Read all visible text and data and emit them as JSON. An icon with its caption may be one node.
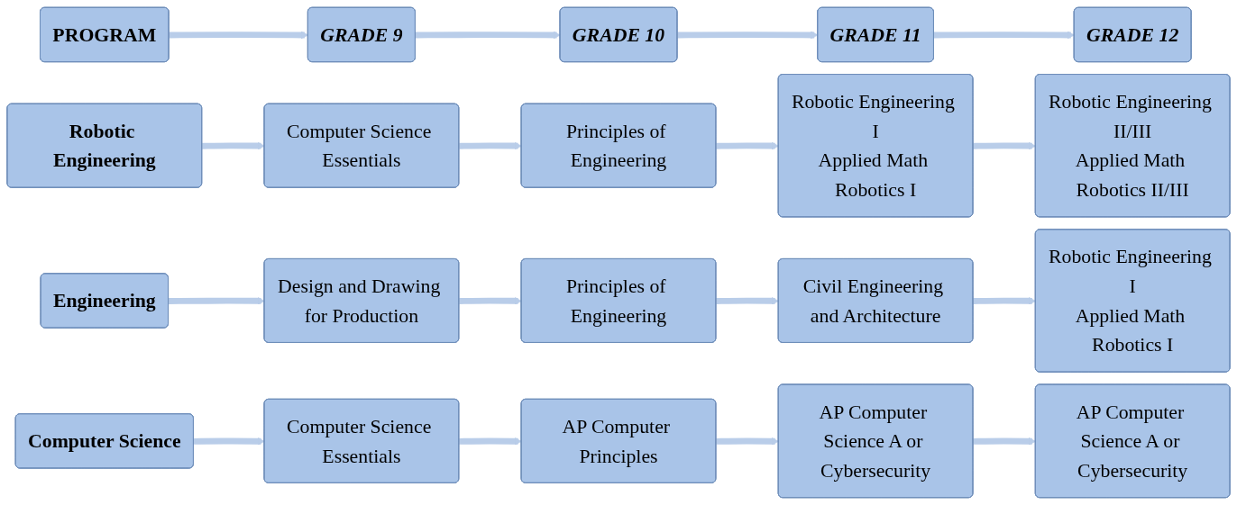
{
  "diagram": {
    "nodes": [
      {
        "text": [
          "PROGRAM"
        ]
      },
      {
        "text": [
          "GRADE 9"
        ]
      },
      {
        "text": [
          "GRADE 10"
        ]
      },
      {
        "text": [
          "GRADE 11"
        ]
      },
      {
        "text": [
          "GRADE 12"
        ]
      },
      {
        "text": [
          "Robotic Engineering"
        ]
      },
      {
        "text": [
          "Computer Science Essentials"
        ]
      },
      {
        "text": [
          "Principles of Engineering"
        ]
      },
      {
        "text": [
          "Robotic Engineering I",
          "Applied Math Robotics I"
        ]
      },
      {
        "text": [
          "Robotic Engineering II/III",
          "Applied Math Robotics II/III"
        ]
      },
      {
        "text": [
          "Engineering"
        ]
      },
      {
        "text": [
          "Design and Drawing for Production"
        ]
      },
      {
        "text": [
          "Principles of Engineering"
        ]
      },
      {
        "text": [
          "Civil Engineering and Architecture"
        ]
      },
      {
        "text": [
          "Robotic Engineering I",
          "Applied Math Robotics I"
        ]
      },
      {
        "text": [
          "Computer Science"
        ]
      },
      {
        "text": [
          "Computer Science Essentials"
        ]
      },
      {
        "text": [
          "AP Computer Principles"
        ]
      },
      {
        "text": [
          "AP Computer Science A or Cybersecurity"
        ]
      },
      {
        "text": [
          "AP Computer Science A or Cybersecurity"
        ]
      }
    ],
    "edges": [
      {
        "from": 0,
        "to": 1,
        "arrow": "to"
      },
      {
        "from": 1,
        "to": 2,
        "arrow": "to"
      },
      {
        "from": 2,
        "to": 3,
        "arrow": "to"
      },
      {
        "from": 3,
        "to": 4,
        "arrow": "to"
      },
      {
        "from": 5,
        "to": 6,
        "arrow": "to"
      },
      {
        "from": 6,
        "to": 7,
        "arrow": "to"
      },
      {
        "from": 7,
        "to": 8,
        "arrow": "to"
      },
      {
        "from": 8,
        "to": 9,
        "arrow": "to"
      },
      {
        "from": 10,
        "to": 11,
        "arrow": "to"
      },
      {
        "from": 11,
        "to": 12,
        "arrow": "to"
      },
      {
        "from": 12,
        "to": 13,
        "arrow": "to"
      },
      {
        "from": 13,
        "to": 14,
        "arrow": "to"
      },
      {
        "from": 15,
        "to": 16,
        "arrow": "to"
      },
      {
        "from": 16,
        "to": 17,
        "arrow": "to"
      },
      {
        "from": 17,
        "to": 18,
        "arrow": "to"
      },
      {
        "from": 18,
        "to": 19,
        "arrow": "to"
      }
    ]
  }
}
